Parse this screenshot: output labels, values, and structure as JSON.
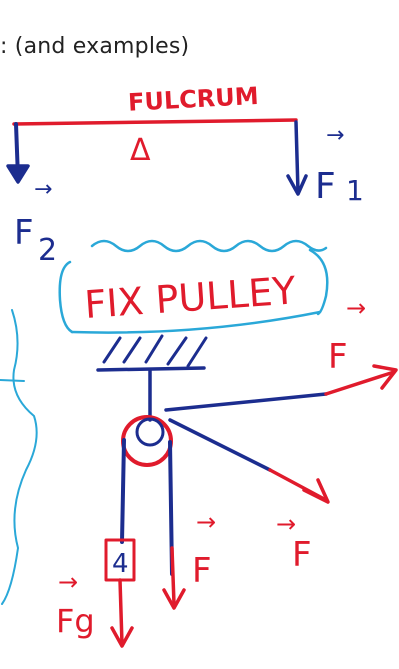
{
  "header": {
    "text": ": (and examples)"
  },
  "lever": {
    "label": "FULCRUM",
    "fulcrum_symbol": "Δ",
    "force_right": "F",
    "force_right_sub": "1",
    "force_left": "F",
    "force_left_sub": "2",
    "arrow_accent": "→"
  },
  "pulley": {
    "label": "FIX PULLEY",
    "force_labels": [
      "F",
      "F",
      "F"
    ],
    "weight_label": "Fg",
    "weight_mass_mark": "4",
    "arrow_accent": "→"
  },
  "colors": {
    "red": "#e01b2c",
    "blue": "#1c2d8f",
    "cyan": "#2aa8d8",
    "ink": "#222222"
  }
}
